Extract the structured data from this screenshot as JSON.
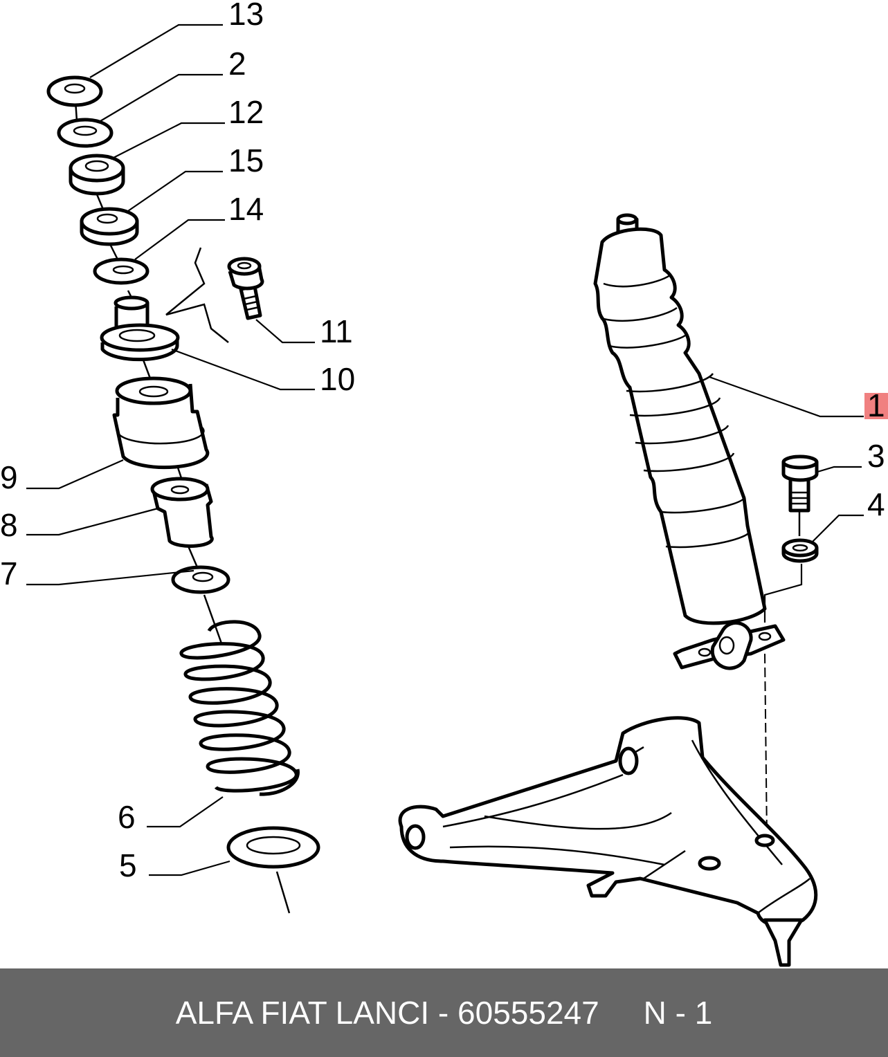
{
  "colors": {
    "footer_background": "#666666",
    "footer_text": "#ffffff",
    "highlight": "#f08080"
  },
  "callouts": [
    {
      "id": "13",
      "label": "13"
    },
    {
      "id": "2",
      "label": "2"
    },
    {
      "id": "12",
      "label": "12"
    },
    {
      "id": "15",
      "label": "15"
    },
    {
      "id": "14",
      "label": "14"
    },
    {
      "id": "11",
      "label": "11"
    },
    {
      "id": "10",
      "label": "10"
    },
    {
      "id": "9",
      "label": "9"
    },
    {
      "id": "8",
      "label": "8"
    },
    {
      "id": "7",
      "label": "7"
    },
    {
      "id": "6",
      "label": "6"
    },
    {
      "id": "5",
      "label": "5"
    },
    {
      "id": "1",
      "label": "1",
      "highlighted": true
    },
    {
      "id": "3",
      "label": "3"
    },
    {
      "id": "4",
      "label": "4"
    }
  ],
  "footer": {
    "brand": "ALFA FIAT LANCI",
    "separator": " - ",
    "part_number": "60555247",
    "position": "N - 1"
  }
}
